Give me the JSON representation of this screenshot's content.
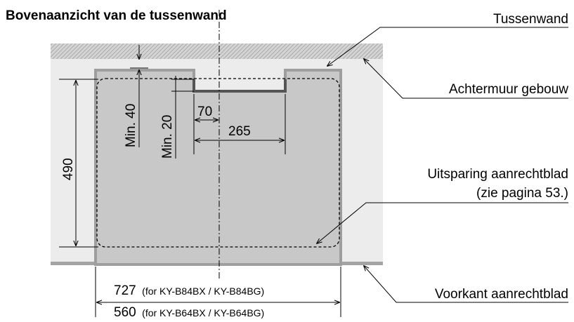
{
  "title": "Bovenaanzicht van de tussenwand",
  "callouts": {
    "tussenwand": "Tussenwand",
    "achtermuur": "Achtermuur gebouw",
    "uitsparing_line1": "Uitsparing aanrechtblad",
    "uitsparing_line2": "(zie pagina 53.)",
    "voorkant": "Voorkant aanrechtblad"
  },
  "dimensions": {
    "min40": "Min. 40",
    "min20": "Min. 20",
    "d70": "70",
    "d265": "265",
    "d490": "490",
    "w727": "727",
    "w727_note": "(for KY-B84BX / KY-B84BG)",
    "w560": "560",
    "w560_note": "(for KY-B64BX / KY-B64BG)"
  },
  "colors": {
    "wall_hatch": "#a8a8a8",
    "countertop": "#ececec",
    "unit_fill": "#c8c8c8",
    "unit_border": "#9e9e9e",
    "partition": "#5a5a5a"
  }
}
